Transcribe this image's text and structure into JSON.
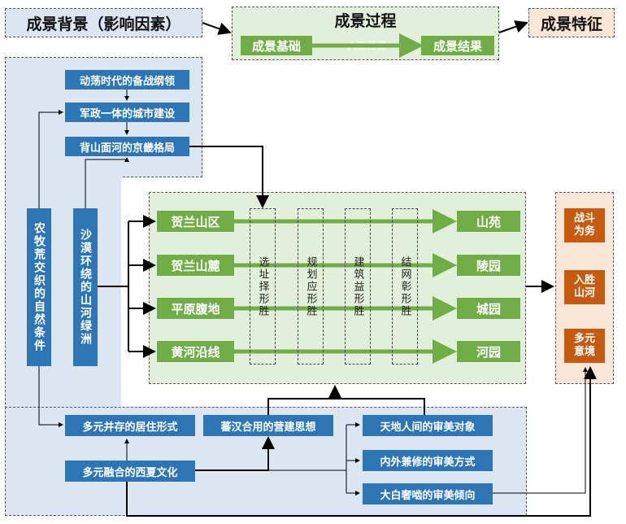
{
  "header": {
    "background_title": "成景背景（影响因素）",
    "process_title": "成景过程",
    "process_basis": "成景基础",
    "process_arrow_label": "人工营建",
    "process_result": "成景结果",
    "feature_title": "成景特征"
  },
  "left_panel": {
    "top_items": [
      "动荡时代的备战纲领",
      "军政一体的城市建设",
      "背山面河的京畿格局"
    ],
    "natural_condition": "农牧荒交织的自然条件",
    "oasis": "沙漠环绕的山河绿洲"
  },
  "middle": {
    "sources": [
      "贺兰山区",
      "贺兰山麓",
      "平原腹地",
      "黄河沿线"
    ],
    "results": [
      "山苑",
      "陵园",
      "城园",
      "河园"
    ],
    "strategies": [
      "选址择形胜",
      "规划应形胜",
      "建筑益形胜",
      "结网彰形胜"
    ]
  },
  "features": [
    "战斗\n为务",
    "入胜\n山河",
    "多元\n意境"
  ],
  "bottom_panel": {
    "living": "多元并存的居住形式",
    "construction": "蕃汉合用的营建思想",
    "culture": "多元融合的西夏文化",
    "aesthetics": [
      "天地人间的审美对象",
      "内外兼修的审美方式",
      "大白奢啮的审美倾向"
    ]
  },
  "colors": {
    "blue_box": "#2e75b6",
    "green_box": "#70ad47",
    "orange_box": "#c55a11",
    "panel_blue": "#dce6f2",
    "panel_green": "#e2efda",
    "panel_orange": "#fbe5d6"
  }
}
